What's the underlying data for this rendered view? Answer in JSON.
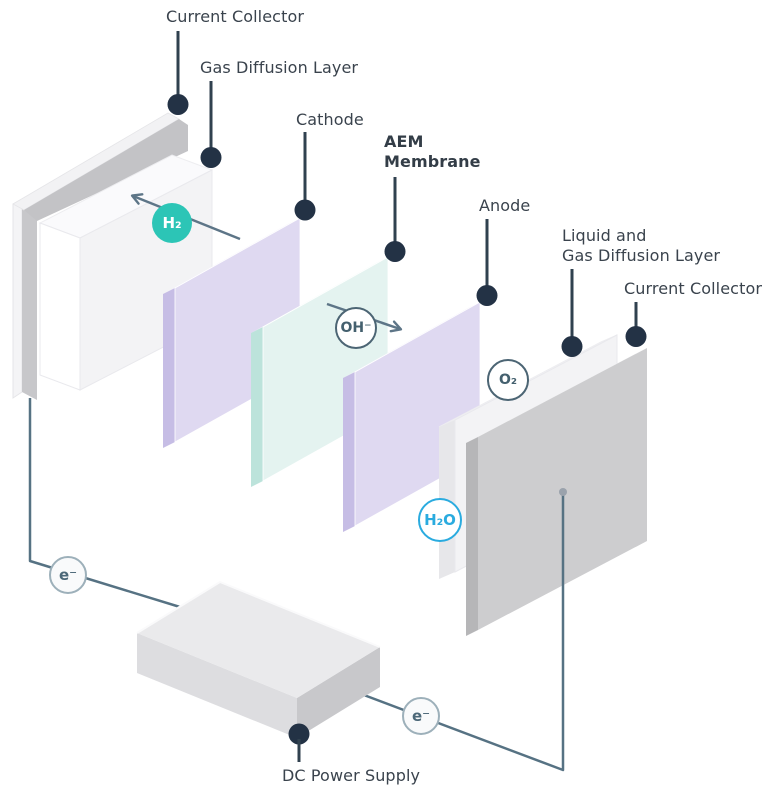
{
  "diagram": {
    "labels": {
      "current_collector_left": "Current Collector",
      "gas_diffusion_layer": "Gas Diffusion Layer",
      "cathode": "Cathode",
      "aem_membrane": {
        "line1": "AEM",
        "line2": "Membrane"
      },
      "anode": "Anode",
      "liquid_gdl": {
        "line1": "Liquid and",
        "line2": "Gas Diffusion Layer"
      },
      "current_collector_right": "Current Collector",
      "dc_power_supply": "DC Power Supply"
    },
    "badges": {
      "hydrogen": "H₂",
      "hydroxide": "OH⁻",
      "oxygen": "O₂",
      "water": "H₂O",
      "electron_left": "e⁻",
      "electron_right": "e⁻"
    },
    "colors": {
      "hydrogen_badge": "#2cc5b6",
      "water_badge": "#2aabdf",
      "electrode_purple": "#dfd9f1",
      "membrane_mint": "#e4f3f0",
      "collector_gray": "#cdcdcf",
      "wire": "#567283",
      "leader_dot": "#233245",
      "label_text": "#3a434d"
    }
  }
}
